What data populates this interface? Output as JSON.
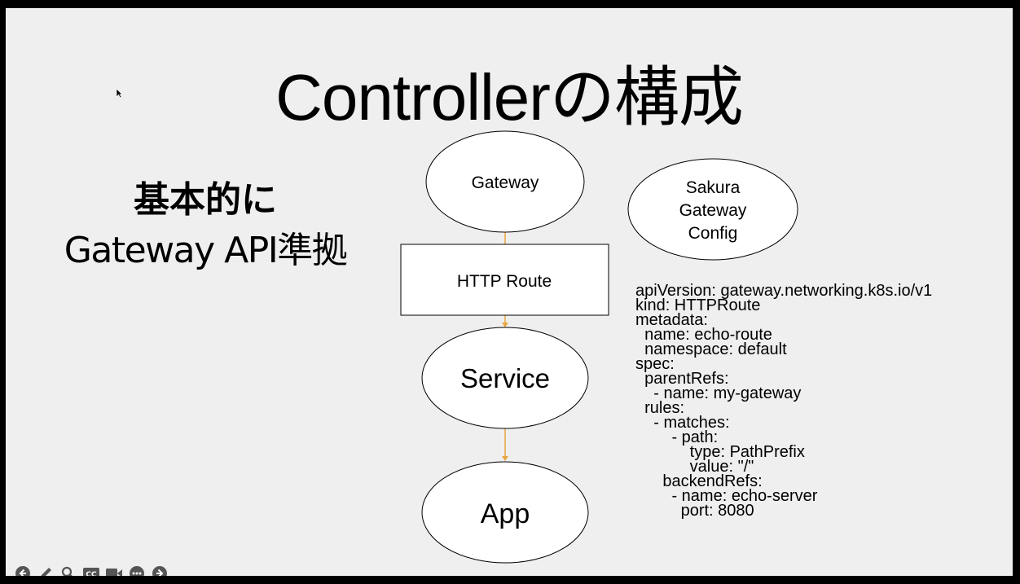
{
  "slide": {
    "title": "Controllerの構成",
    "subtitle_line1": "基本的に",
    "subtitle_line2": "Gateway API準拠"
  },
  "diagram": {
    "gateway_label": "Gateway",
    "http_route_label": "HTTP Route",
    "service_label": "Service",
    "app_label": "App",
    "sakura_config_lines": [
      "Sakura",
      "Gateway",
      "Config"
    ],
    "arrow_color": "#e8a640"
  },
  "code_yaml": "apiVersion: gateway.networking.k8s.io/v1\nkind: HTTPRoute\nmetadata:\n  name: echo-route\n  namespace: default\nspec:\n  parentRefs:\n    - name: my-gateway\n  rules:\n    - matches:\n        - path:\n            type: PathPrefix\n            value: \"/\"\n      backendRefs:\n        - name: echo-server\n          port: 8080",
  "toolbar": {
    "icons": [
      "back-arrow-icon",
      "pen-icon",
      "zoom-icon",
      "captions-icon",
      "camera-icon",
      "more-icon",
      "forward-arrow-icon"
    ]
  }
}
